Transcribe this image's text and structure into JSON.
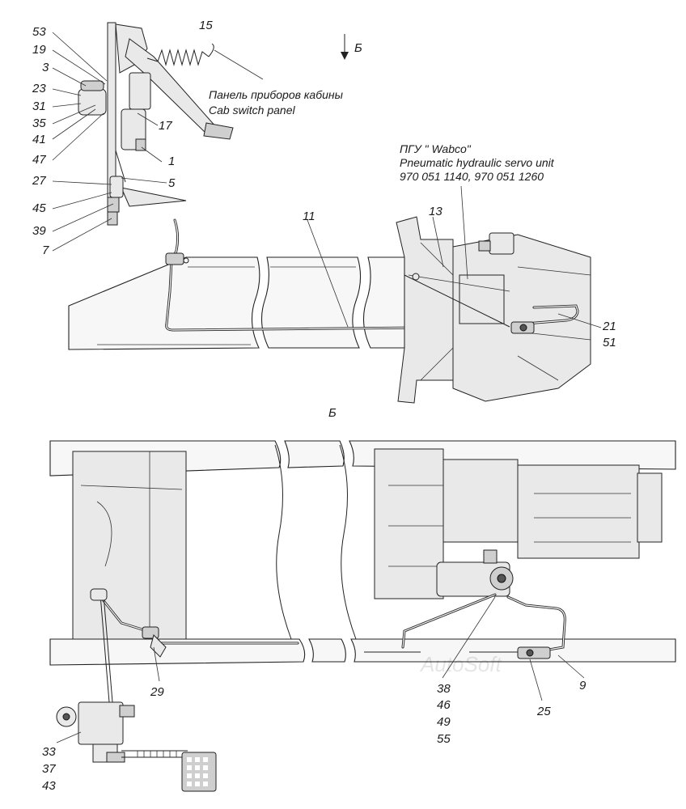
{
  "views": {
    "top_arrow_label": "Б",
    "bottom_view_label": "Б"
  },
  "captions": {
    "cab_panel_ru": "Панель приборов кабины",
    "cab_panel_en": "Cab switch panel",
    "servo_line1": "ПГУ \" Wabco\"",
    "servo_line2": "Pneumatic hydraulic servo unit",
    "servo_line3": "970 051 1140, 970 051 1260"
  },
  "callouts_top_left": [
    "53",
    "19",
    "3",
    "23",
    "31",
    "35",
    "41",
    "47",
    "27",
    "45",
    "39",
    "7"
  ],
  "callouts_top_other": {
    "c15": "15",
    "c17": "17",
    "c1": "1",
    "c5": "5",
    "c11": "11",
    "c13": "13",
    "c21": "21",
    "c51": "51"
  },
  "callouts_bottom": {
    "c29": "29",
    "c9": "9",
    "c25": "25",
    "group_center": [
      "38",
      "46",
      "49",
      "55"
    ],
    "group_left": [
      "33",
      "37",
      "43"
    ]
  },
  "watermark": "AutoSoft"
}
